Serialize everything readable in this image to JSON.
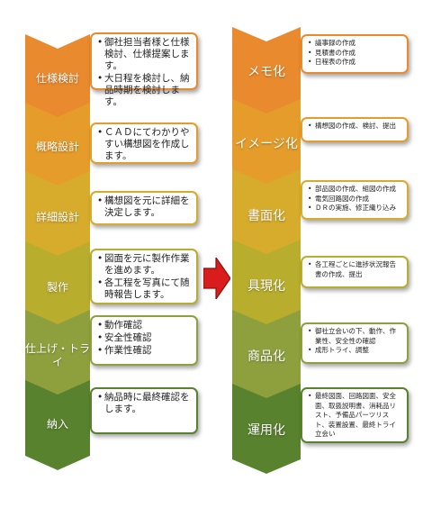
{
  "colors": {
    "c1": "#ea8a2e",
    "c2": "#e59c2a",
    "c3": "#d7ac2c",
    "c4": "#b9ad2e",
    "c5": "#8ea03e",
    "c6": "#58822e",
    "arrow": "#d91d1d"
  },
  "left_steps": [
    {
      "label": "仕様検討",
      "items": [
        "御社担当者様と仕様検討、仕様提案します。",
        "大日程を検討し、納品時期を検討します。"
      ]
    },
    {
      "label": "概略設計",
      "items": [
        "ＣＡＤにてわかりやすい構想図を作成します。"
      ]
    },
    {
      "label": "詳細設計",
      "items": [
        "構想図を元に詳細を決定します。"
      ]
    },
    {
      "label": "製作",
      "items": [
        "図面を元に製作作業を進めます。",
        "各工程を写真にて随時報告します。"
      ]
    },
    {
      "label": "仕上げ・トライ",
      "items": [
        "動作確認",
        "安全性確認",
        "作業性確認"
      ]
    },
    {
      "label": "納入",
      "items": [
        "納品時に最終確認をします。"
      ]
    }
  ],
  "right_steps": [
    {
      "label": "メモ化",
      "items": [
        "議事録の作成",
        "見積書の作成",
        "日程表の作成"
      ]
    },
    {
      "label": "イメージ化",
      "items": [
        "構想図の作成、検討、提出"
      ]
    },
    {
      "label": "書面化",
      "items": [
        "部品図の作成、組図の作成",
        "電気回路図の作成",
        "ＤＲの実施、修正織り込み"
      ]
    },
    {
      "label": "具現化",
      "items": [
        "各工程ごとに進捗状況報告書の作成、提出"
      ]
    },
    {
      "label": "商品化",
      "items": [
        "御社立会いの下、動作、作業性、安全性の確認",
        "成形トライ、調整"
      ]
    },
    {
      "label": "運用化",
      "items": [
        "最終図面、回路図面、安全面、取扱説明書、消耗品リスト、予備品パーツリスト、装置設置、最終トライ立会い"
      ]
    }
  ]
}
